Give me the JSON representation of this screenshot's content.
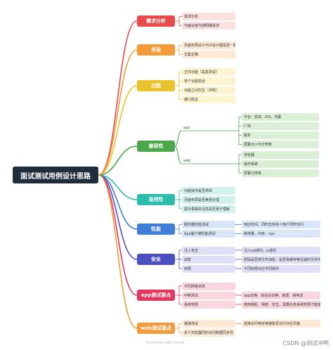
{
  "root": "面试测试用例设计思路",
  "colors": [
    "#e84a4a",
    "#f29b38",
    "#e9c22d",
    "#4aa84a",
    "#2dbbab",
    "#3f7fd6",
    "#4c4fc2",
    "#e2365f",
    "#f29b38",
    "#e9c22d"
  ],
  "leaf_colors": [
    "#fbe0e0",
    "#fde9d5",
    "#fcf3cf",
    "#dbeed6",
    "#d3f1ec",
    "#d9e6f7",
    "#dfe0f5",
    "#fad7df",
    "#fde9d5",
    "#fcf3cf"
  ],
  "categories": [
    {
      "label": "需求分析",
      "items": [
        "需求分析",
        "与面试官沟通明确需求"
      ]
    },
    {
      "label": "界面",
      "items": [
        "页面布局设计与UI设计图是否一致",
        "文案正确"
      ]
    },
    {
      "label": "功能",
      "items": [
        "正向功能（黑盒测试）",
        "单个功能验证",
        "功能之间交互（冲突）",
        "接口验证"
      ]
    },
    {
      "label": "兼容性",
      "subs": [
        {
          "label": "app",
          "items": [
            "平台：安卓、iOS、鸿蒙",
            "厂商",
            "版本",
            "屏幕大小与分辨率"
          ]
        },
        {
          "label": "web",
          "items": [
            "浏览器",
            "操作系统",
            "屏幕分辨率"
          ]
        }
      ]
    },
    {
      "label": "易用性",
      "items": [
        "功能操作是否简单",
        "页面布局是否美观合理",
        "提示语相关信息是否易于理解"
      ]
    },
    {
      "label": "性能",
      "rows": [
        {
          "left": "服务器性能测试",
          "right": "响应时间、同时支持多少用户同时访问"
        },
        {
          "left": "App客户端性能测试",
          "right": "耗电量、内存、cpu"
        }
      ]
    },
    {
      "label": "安全",
      "rows": [
        {
          "left": "注入攻击",
          "right": "注入sql语句、js语句"
        },
        {
          "left": "加密",
          "right": "密码是否使文件加密，是否有缓存等在临时文件中"
        },
        {
          "left": "权限",
          "right": "不同权限对应不同操作"
        }
      ]
    },
    {
      "label": "app测试要点",
      "rows": [
        {
          "left": "不同网络状态",
          "right": ""
        },
        {
          "left": "中断测试",
          "right": "app切换、前后台切换、锁屏、接电话"
        },
        {
          "left": "系统权限",
          "right": "使用相机、相册、定位，需要先有系统权限才能使用"
        }
      ]
    },
    {
      "label": "web测试要点",
      "rows": [
        {
          "left": "链接测试",
          "right": "直接访问特定链接能否访问对应页面"
        },
        {
          "left": "多个浏览器同时访问数据同步性",
          "right": ""
        }
      ]
    }
  ],
  "credit": "Presented with xmind",
  "watermark": "CSDN @测试冲鸭"
}
